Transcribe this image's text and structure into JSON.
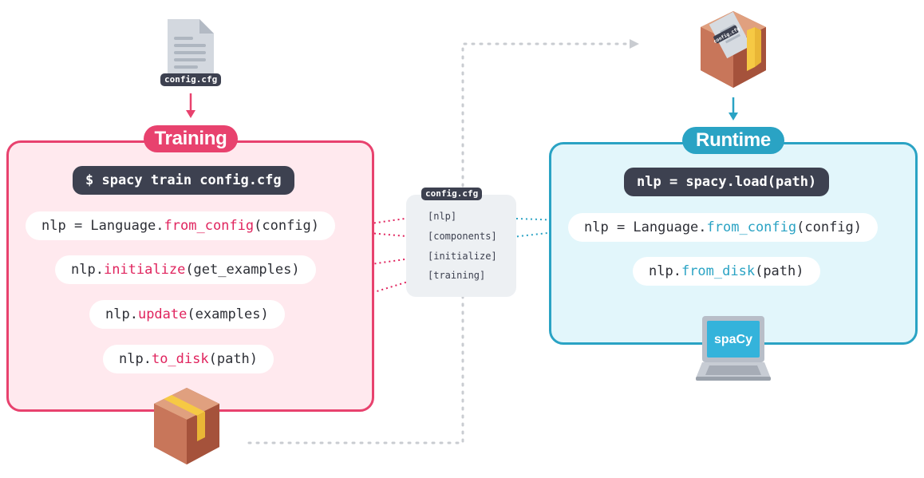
{
  "top_file": {
    "label": "config.cfg"
  },
  "training": {
    "title": "Training",
    "command": "$ spacy train config.cfg",
    "lines": [
      {
        "prefix": "nlp = Language.",
        "method": "from_config",
        "suffix": "(config)"
      },
      {
        "prefix": "nlp.",
        "method": "initialize",
        "suffix": "(get_examples)"
      },
      {
        "prefix": "nlp.",
        "method": "update",
        "suffix": "(examples)"
      },
      {
        "prefix": "nlp.",
        "method": "to_disk",
        "suffix": "(path)"
      }
    ]
  },
  "config_card": {
    "title": "config.cfg",
    "sections": [
      "[nlp]",
      "[components]",
      "[initialize]",
      "[training]"
    ]
  },
  "runtime": {
    "title": "Runtime",
    "command": "nlp = spacy.load(path)",
    "lines": [
      {
        "prefix": "nlp = Language.",
        "method": "from_config",
        "suffix": "(config)"
      },
      {
        "prefix": "nlp.",
        "method": "from_disk",
        "suffix": "(path)"
      }
    ]
  },
  "package_label": "config.cfg",
  "laptop_label": "spaCy",
  "colors": {
    "training_accent": "#e8426e",
    "training_bg": "#ffe9ee",
    "runtime_accent": "#2aa3c4",
    "runtime_bg": "#e2f6fb",
    "dark_pill": "#3d4150",
    "package_brown": "#c8765a",
    "tape_yellow": "#f6c944"
  },
  "icons": [
    "document-icon",
    "package-icon",
    "laptop-icon",
    "arrow-down-icon"
  ]
}
